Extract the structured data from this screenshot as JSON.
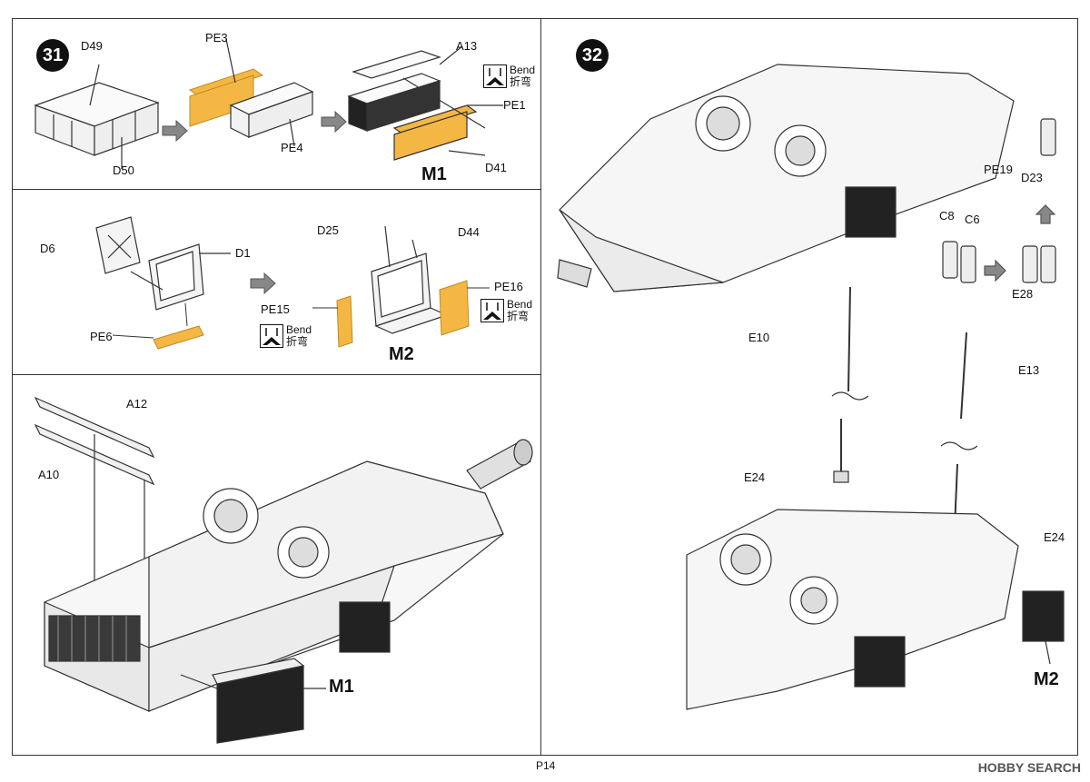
{
  "step31": {
    "number": "31",
    "labels": [
      "D49",
      "PE3",
      "A13",
      "PE1",
      "PE4",
      "D50",
      "D41"
    ],
    "subassembly": "M1",
    "bend": {
      "en": "Bend",
      "zh": "折弯"
    }
  },
  "step_m2": {
    "labels": [
      "D6",
      "D1",
      "D25",
      "D44",
      "PE16",
      "PE15",
      "PE6"
    ],
    "subassembly": "M2",
    "bend_right": {
      "en": "Bend",
      "zh": "折弯"
    },
    "bend_left": {
      "en": "Bend",
      "zh": "折弯"
    }
  },
  "step_main": {
    "labels": [
      "A12",
      "A10"
    ],
    "subassembly": "M1"
  },
  "step32": {
    "number": "32",
    "labels": [
      "PE19",
      "D23",
      "C8",
      "C6",
      "E28",
      "E10",
      "E13",
      "E24",
      "E24"
    ],
    "subassembly": "M2"
  },
  "footer": {
    "page": "P14",
    "watermark": "HOBBY SEARCH"
  },
  "colors": {
    "photo_etch": "#f5b744",
    "line": "#333333"
  }
}
